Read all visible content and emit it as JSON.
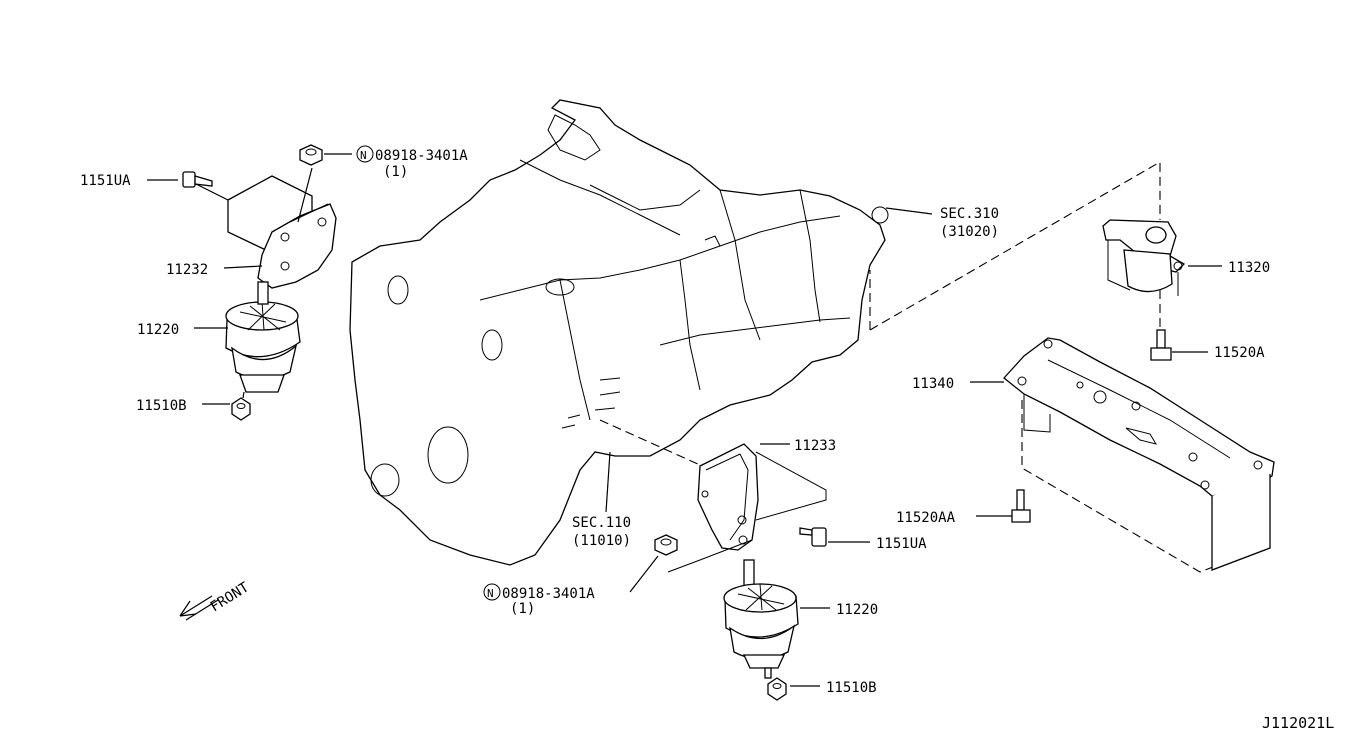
{
  "labels": {
    "bolt_left": "1151UA",
    "nut_top": "08918-3401A",
    "nut_top_qty": "(1)",
    "bracket_left": "11232",
    "insulator_left": "11220",
    "nut_left": "11510B",
    "sec_310": "SEC.310",
    "sec_310_ref": "(31020)",
    "mount_rear": "11320",
    "bolt_rear": "11520A",
    "member": "11340",
    "bracket_right": "11233",
    "bolt_member": "11520AA",
    "sec_110": "SEC.110",
    "sec_110_ref": "(11010)",
    "bolt_right": "1151UA",
    "nut_bottom": "08918-3401A",
    "nut_bottom_qty": "(1)",
    "insulator_right": "11220",
    "nut_right": "11510B",
    "front": "FRONT",
    "diagram_id": "J112021L",
    "nut_prefix": "N"
  }
}
